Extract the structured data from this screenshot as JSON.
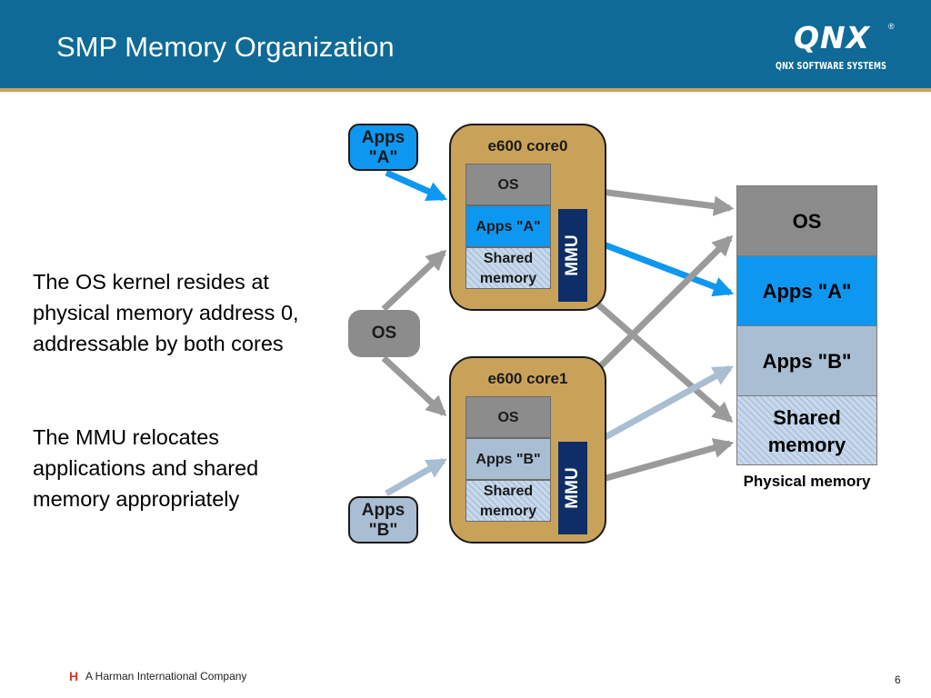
{
  "slide": {
    "title": "SMP Memory Organization",
    "page_number": "6"
  },
  "logo": {
    "wordmark": "QNX",
    "registered": "®",
    "subtitle": "QNX SOFTWARE SYSTEMS"
  },
  "body": {
    "paragraph1": "The OS kernel resides at physical memory address 0, addressable by both cores",
    "paragraph2": "The MMU relocates applications and shared memory appropriately"
  },
  "diagram": {
    "apps_a_pill": "Apps \"A\"",
    "apps_b_pill": "Apps \"B\"",
    "os_pill": "OS",
    "core0": {
      "title": "e600 core0",
      "os": "OS",
      "apps": "Apps \"A\"",
      "shared": "Shared memory",
      "mmu": "MMU"
    },
    "core1": {
      "title": "e600 core1",
      "os": "OS",
      "apps": "Apps \"B\"",
      "shared": "Shared memory",
      "mmu": "MMU"
    },
    "physical": {
      "os": "OS",
      "apps_a": "Apps \"A\"",
      "apps_b": "Apps \"B\"",
      "shared": "Shared memory",
      "caption": "Physical memory"
    }
  },
  "footer": {
    "brand_mark": "H",
    "company": "A Harman International Company"
  },
  "colors": {
    "header_blue": "#0f6a98",
    "gold": "#c9a25a",
    "os_gray": "#8c8c8c",
    "apps_a_blue": "#0e97f1",
    "apps_b_blue": "#a9bdd3",
    "mmu_navy": "#0d2e66"
  }
}
